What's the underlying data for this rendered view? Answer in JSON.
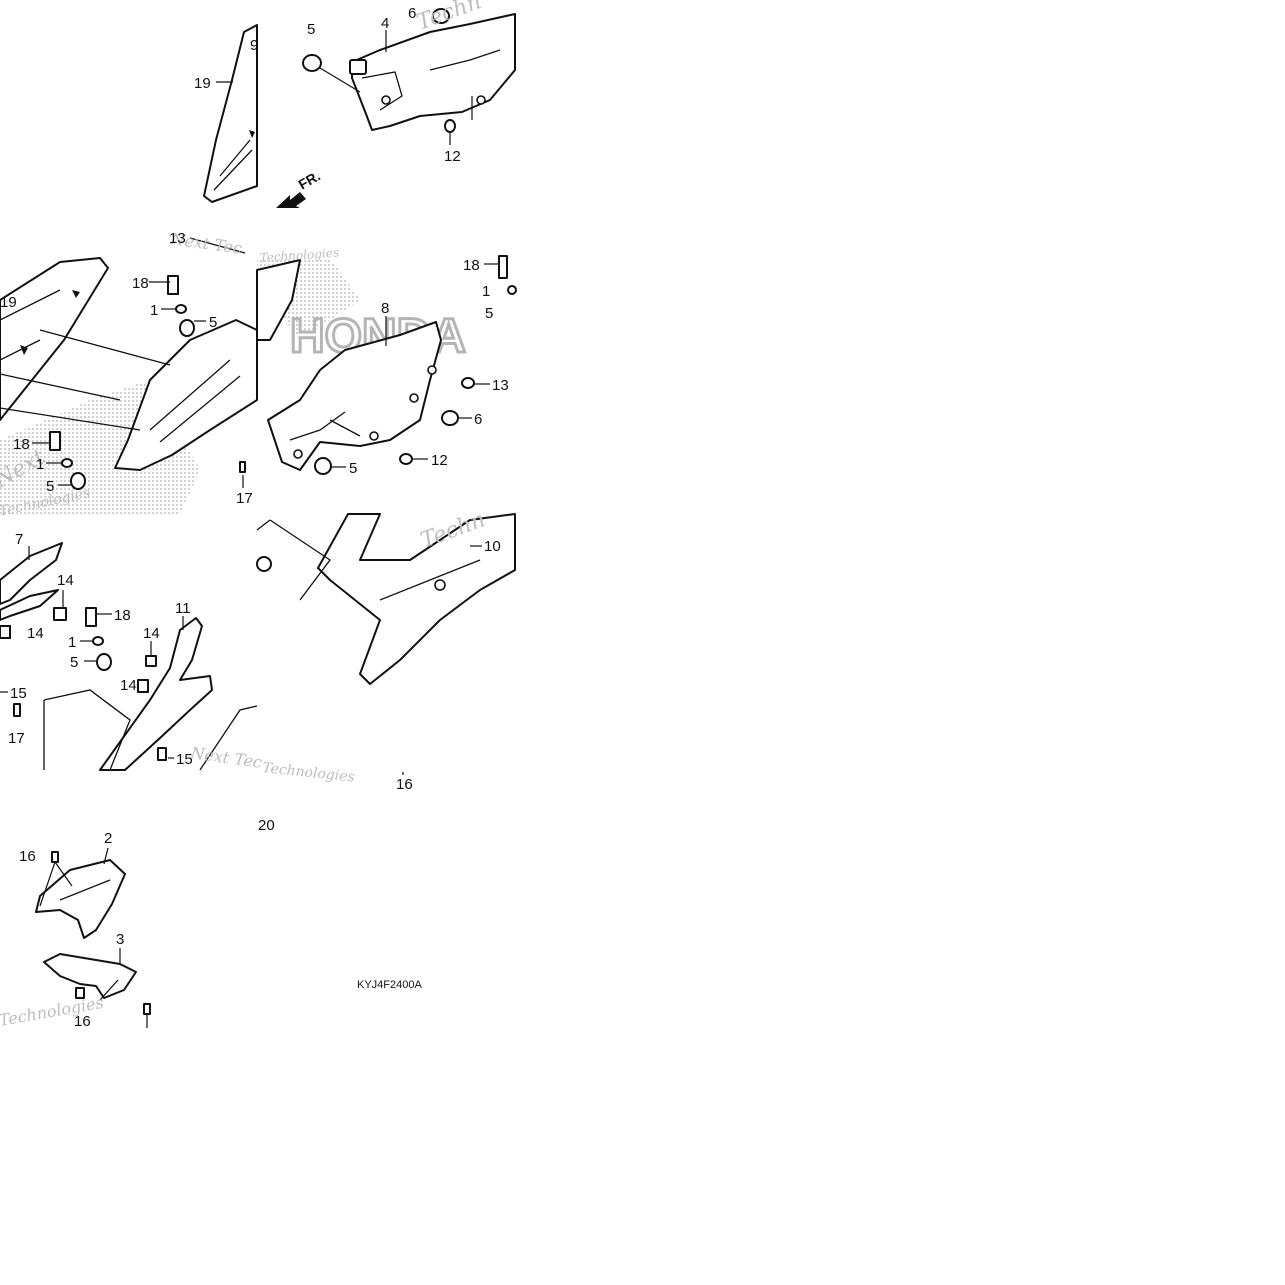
{
  "diagram": {
    "part_code": "KYJ4F2400A",
    "direction_label": "FR.",
    "watermarks": [
      "Next Tec",
      "Technologies",
      "Techn",
      "Next",
      "Technologies",
      "Next Tec",
      "Technologies",
      "Techn",
      "Technologies"
    ],
    "brand_watermark": "HONDA",
    "callouts": [
      "5",
      "4",
      "6",
      "9",
      "19",
      "12",
      "13",
      "18",
      "1",
      "5",
      "19",
      "18",
      "1",
      "5",
      "17",
      "18",
      "1",
      "5",
      "8",
      "13",
      "6",
      "12",
      "5",
      "7",
      "14",
      "14",
      "18",
      "11",
      "1",
      "5",
      "14",
      "14",
      "15",
      "17",
      "15",
      "10",
      "16",
      "20",
      "16",
      "2",
      "3",
      "16"
    ]
  }
}
